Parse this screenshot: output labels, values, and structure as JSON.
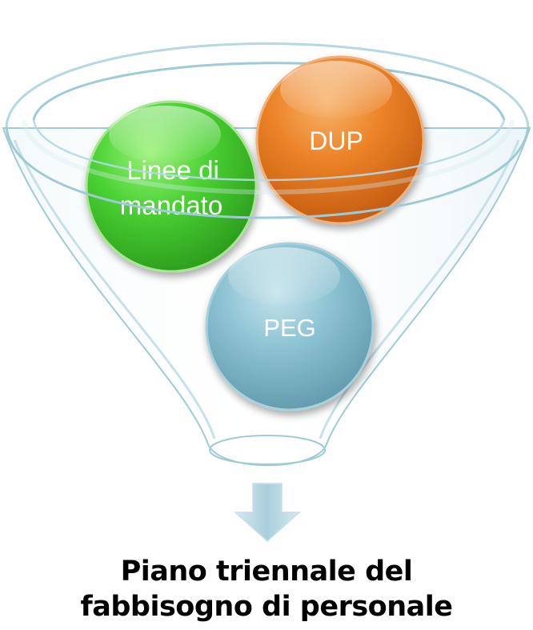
{
  "funnel": {
    "inputs": [
      {
        "id": "linee",
        "label_lines": [
          "Linee di",
          "mandato"
        ],
        "color": "#3ec22a"
      },
      {
        "id": "dup",
        "label_lines": [
          "DUP"
        ],
        "color": "#e8761f"
      },
      {
        "id": "peg",
        "label_lines": [
          "PEG"
        ],
        "color": "#7fb3c4"
      }
    ],
    "funnel_color": "#9fcbd6",
    "arrow_color": "#bcd9e4"
  },
  "output": {
    "lines": [
      "Piano triennale del",
      "fabbisogno di personale"
    ]
  }
}
